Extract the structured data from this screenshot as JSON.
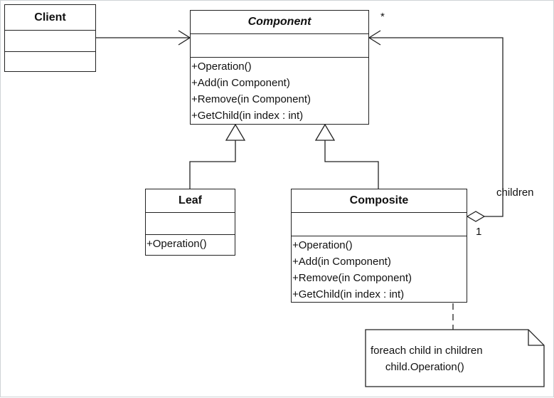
{
  "diagram": {
    "classes": {
      "client": {
        "name": "Client",
        "operations": []
      },
      "component": {
        "name": "Component",
        "operations": [
          "+Operation()",
          "+Add(in Component)",
          "+Remove(in Component)",
          "+GetChild(in index : int)"
        ]
      },
      "leaf": {
        "name": "Leaf",
        "operations": [
          "+Operation()"
        ]
      },
      "composite": {
        "name": "Composite",
        "operations": [
          "+Operation()",
          "+Add(in Component)",
          "+Remove(in Component)",
          "+GetChild(in index : int)"
        ]
      }
    },
    "association": {
      "role": "children",
      "multiplicity_many": "*",
      "multiplicity_one": "1"
    },
    "note": {
      "lines": [
        "foreach child in children",
        "     child.Operation()"
      ]
    }
  }
}
